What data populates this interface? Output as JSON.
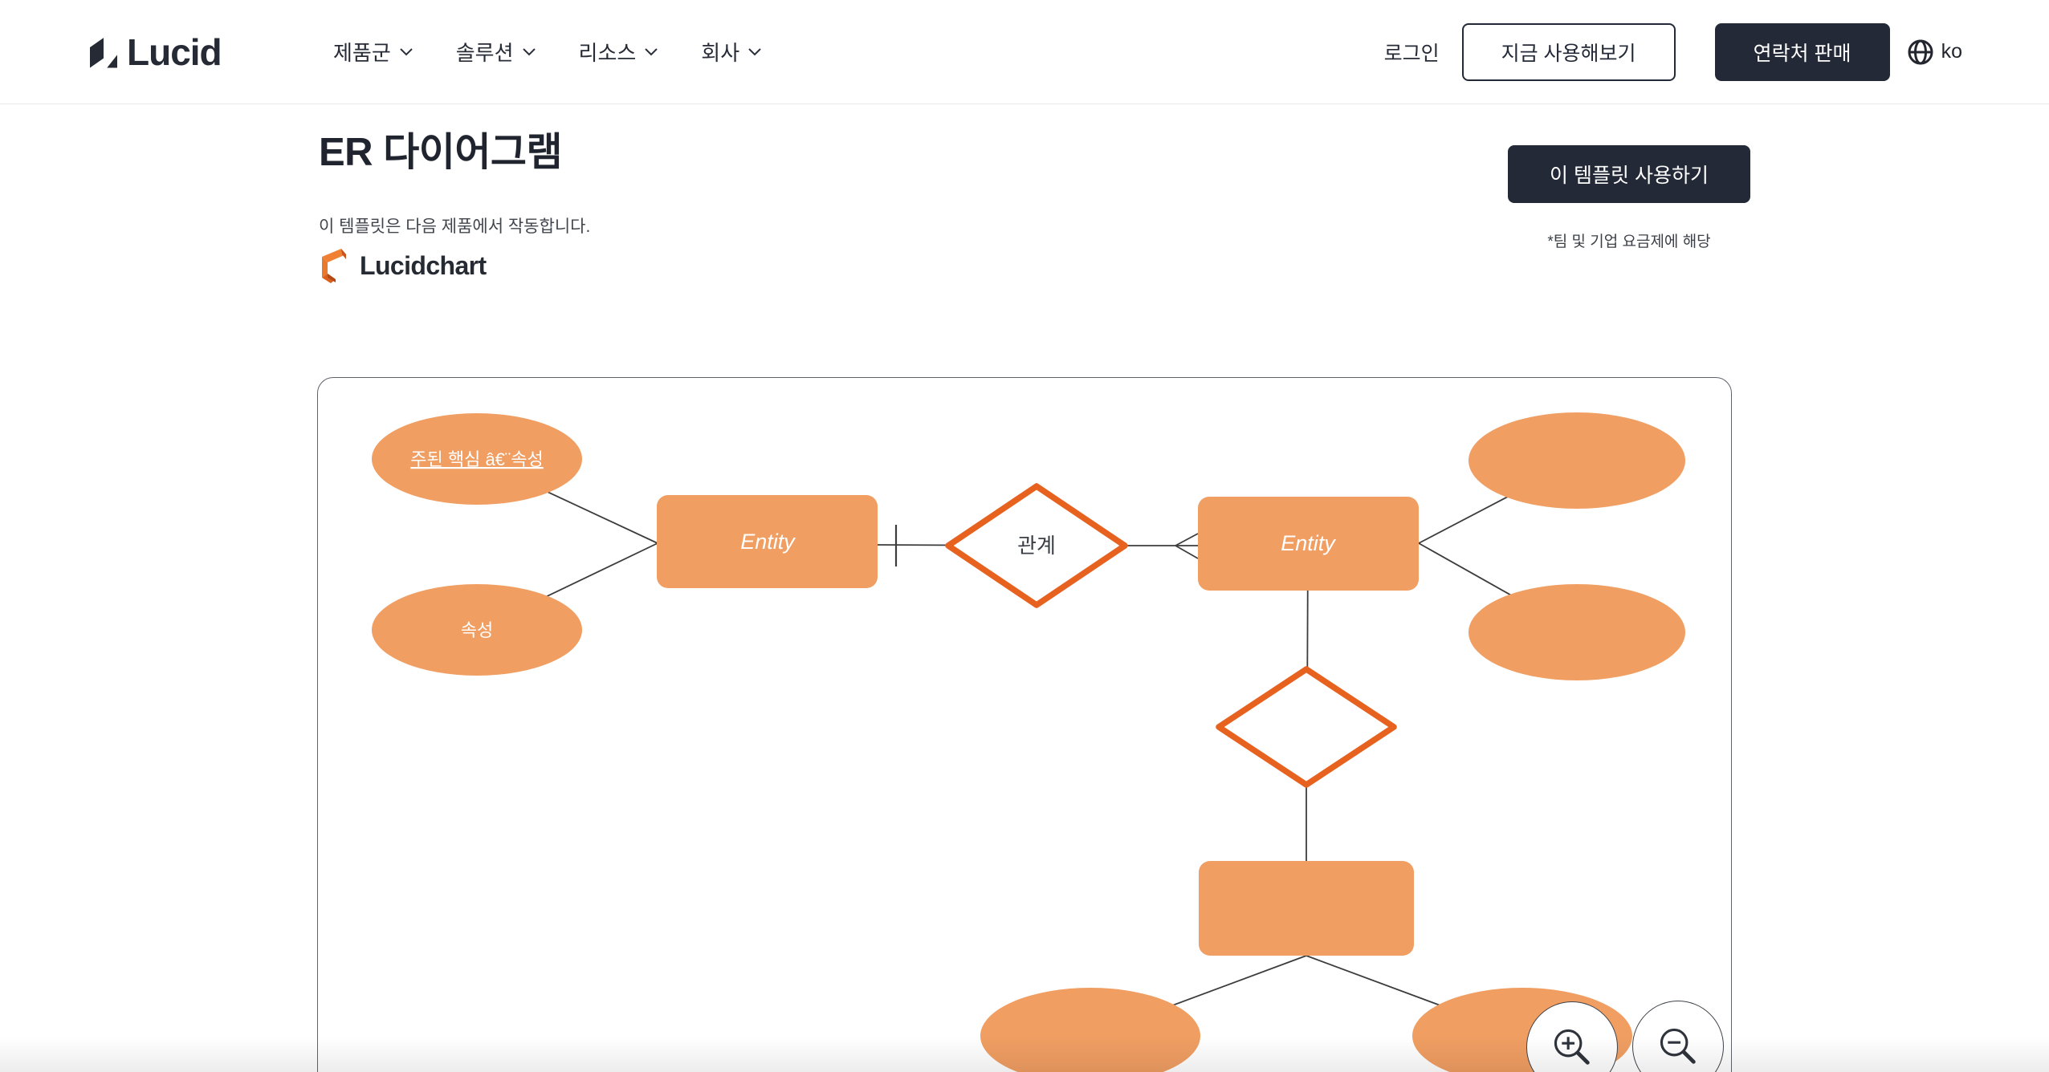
{
  "nav": {
    "logo_text": "Lucid",
    "items": [
      {
        "label": "제품군"
      },
      {
        "label": "솔루션"
      },
      {
        "label": "리소스"
      },
      {
        "label": "회사"
      }
    ],
    "login_label": "로그인",
    "try_button_label": "지금 사용해보기",
    "contact_button_label": "연락처 판매",
    "locale_label": "ko"
  },
  "header": {
    "title_prefix": "ER",
    "title_rest": " 다이어그램",
    "subtitle": "이 템플릿은 다음 제품에서 작동합니다.",
    "product_logo_text": "Lucidchart",
    "use_template_label": "이 템플릿 사용하기",
    "plan_note": "*팀 및 기업 요금제에 해당"
  },
  "diagram": {
    "primary_attribute_label": "주된 핵심 â€¨속성",
    "attribute_label": "속성",
    "entity_label": "Entity",
    "relationship_label": "관계",
    "colors": {
      "shape_fill": "#f09e62",
      "relationship_border": "#e7611f",
      "connector": "#3c3c3c",
      "brand_dark": "#232936",
      "logo_orange": "#e87a2e"
    }
  },
  "icons": {
    "chevron_down": "chevron-down-icon",
    "globe": "globe-icon",
    "zoom_in": "zoom-in-magnifier-icon",
    "zoom_out": "zoom-out-magnifier-icon"
  }
}
